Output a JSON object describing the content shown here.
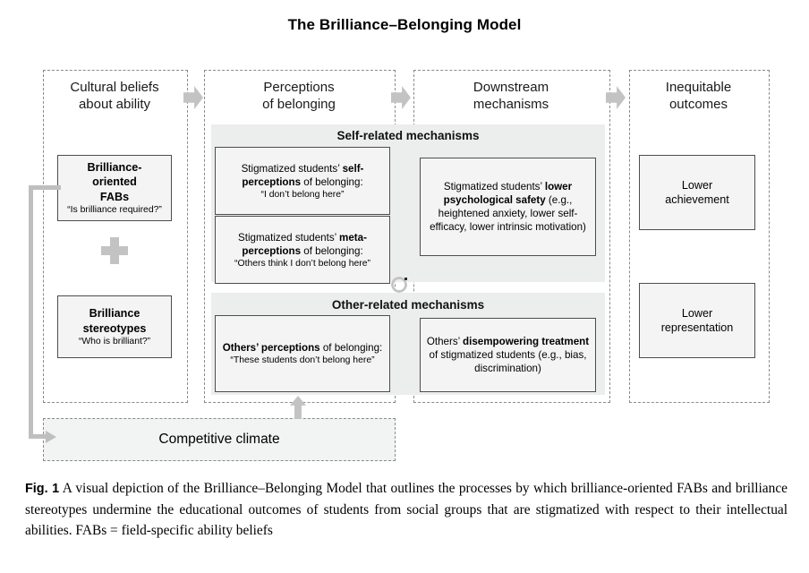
{
  "title": "The Brilliance–Belonging Model",
  "columns": [
    {
      "id": "cultural-beliefs",
      "head_line1": "Cultural beliefs",
      "head_line2": "about ability"
    },
    {
      "id": "perceptions-of-belonging",
      "head_line1": "Perceptions",
      "head_line2": "of belonging"
    },
    {
      "id": "downstream-mechanisms",
      "head_line1": "Downstream",
      "head_line2": "mechanisms"
    },
    {
      "id": "inequitable-outcomes",
      "head_line1": "Inequitable",
      "head_line2": "outcomes"
    }
  ],
  "bands": {
    "self_related": "Self-related mechanisms",
    "other_related": "Other-related mechanisms"
  },
  "boxes": {
    "fabs": {
      "line1": "Brilliance-",
      "line2": "oriented",
      "line3": "FABs",
      "quote": "“Is brilliance required?”"
    },
    "stereotypes": {
      "line1": "Brilliance",
      "line2": "stereotypes",
      "quote": "“Who is brilliant?”"
    },
    "self_perceptions": {
      "pre": "Stigmatized students’ ",
      "bold": "self-perceptions",
      "post": " of belonging:",
      "quote": "“I don’t belong here”"
    },
    "meta_perceptions": {
      "pre": "Stigmatized students’ ",
      "bold": "meta-perceptions",
      "post": " of belonging:",
      "quote": "“Others think I don’t belong here”"
    },
    "psych_safety": {
      "pre": "Stigmatized students’ ",
      "bold": "lower psychological safety",
      "post": " (e.g., heightened anxiety, lower self-efficacy, lower intrinsic motivation)"
    },
    "others_perceptions": {
      "bold": "Others’ perceptions",
      "post": " of belonging:",
      "quote": "“These students don’t belong here”"
    },
    "disempowering": {
      "pre": "Others’ ",
      "bold": "disempowering treatment",
      "post": " of stigmatized students (e.g., bias, discrimination)"
    },
    "lower_achievement": {
      "line1": "Lower",
      "line2": "achievement"
    },
    "lower_representation": {
      "line1": "Lower",
      "line2": "representation"
    },
    "competitive_climate": {
      "label": "Competitive climate"
    }
  },
  "icons": {
    "plus": "plus-icon",
    "cycle": "cycle-arrow-icon",
    "flow_arrow": "right-arrow-icon",
    "up_arrow": "up-arrow-icon",
    "feedback": "feedback-loop-arrow-icon"
  },
  "caption": {
    "label": "Fig. 1",
    "text": "A visual depiction of the Brilliance–Belonging Model that outlines the processes by which brilliance-oriented FABs and brilliance stereotypes undermine the educational outcomes of students from social groups that are stigmatized with respect to their intellectual abilities. FABs = field-specific ability beliefs"
  },
  "colors": {
    "box_fill": "#f4f4f4",
    "box_border": "#4d4d4d",
    "band_fill": "#eceded",
    "arrow_gray": "#c3c3c3",
    "dashed_border": "#8a8a8a"
  }
}
